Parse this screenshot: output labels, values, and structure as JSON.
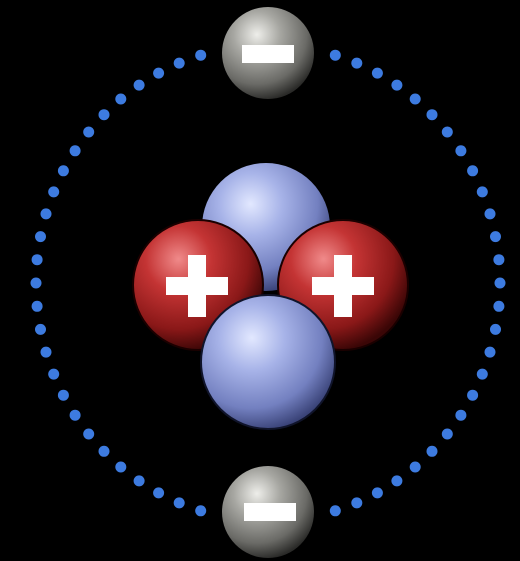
{
  "scene": {
    "background": "#000000",
    "orbit": {
      "dot_color": "#3d7be0",
      "style": "dotted"
    },
    "nucleus": {
      "neutrons": [
        {
          "name": "neutron-top",
          "color": "#9aa7dd"
        },
        {
          "name": "neutron-bottom",
          "color": "#9aa7dd"
        }
      ],
      "protons": [
        {
          "name": "proton-left",
          "color": "#b52a2a",
          "symbol": "plus-icon"
        },
        {
          "name": "proton-right",
          "color": "#b52a2a",
          "symbol": "plus-icon"
        }
      ]
    },
    "electrons": [
      {
        "name": "electron-top",
        "color": "#8c8c88",
        "symbol": "minus-icon"
      },
      {
        "name": "electron-bottom",
        "color": "#8c8c88",
        "symbol": "minus-icon"
      }
    ]
  }
}
